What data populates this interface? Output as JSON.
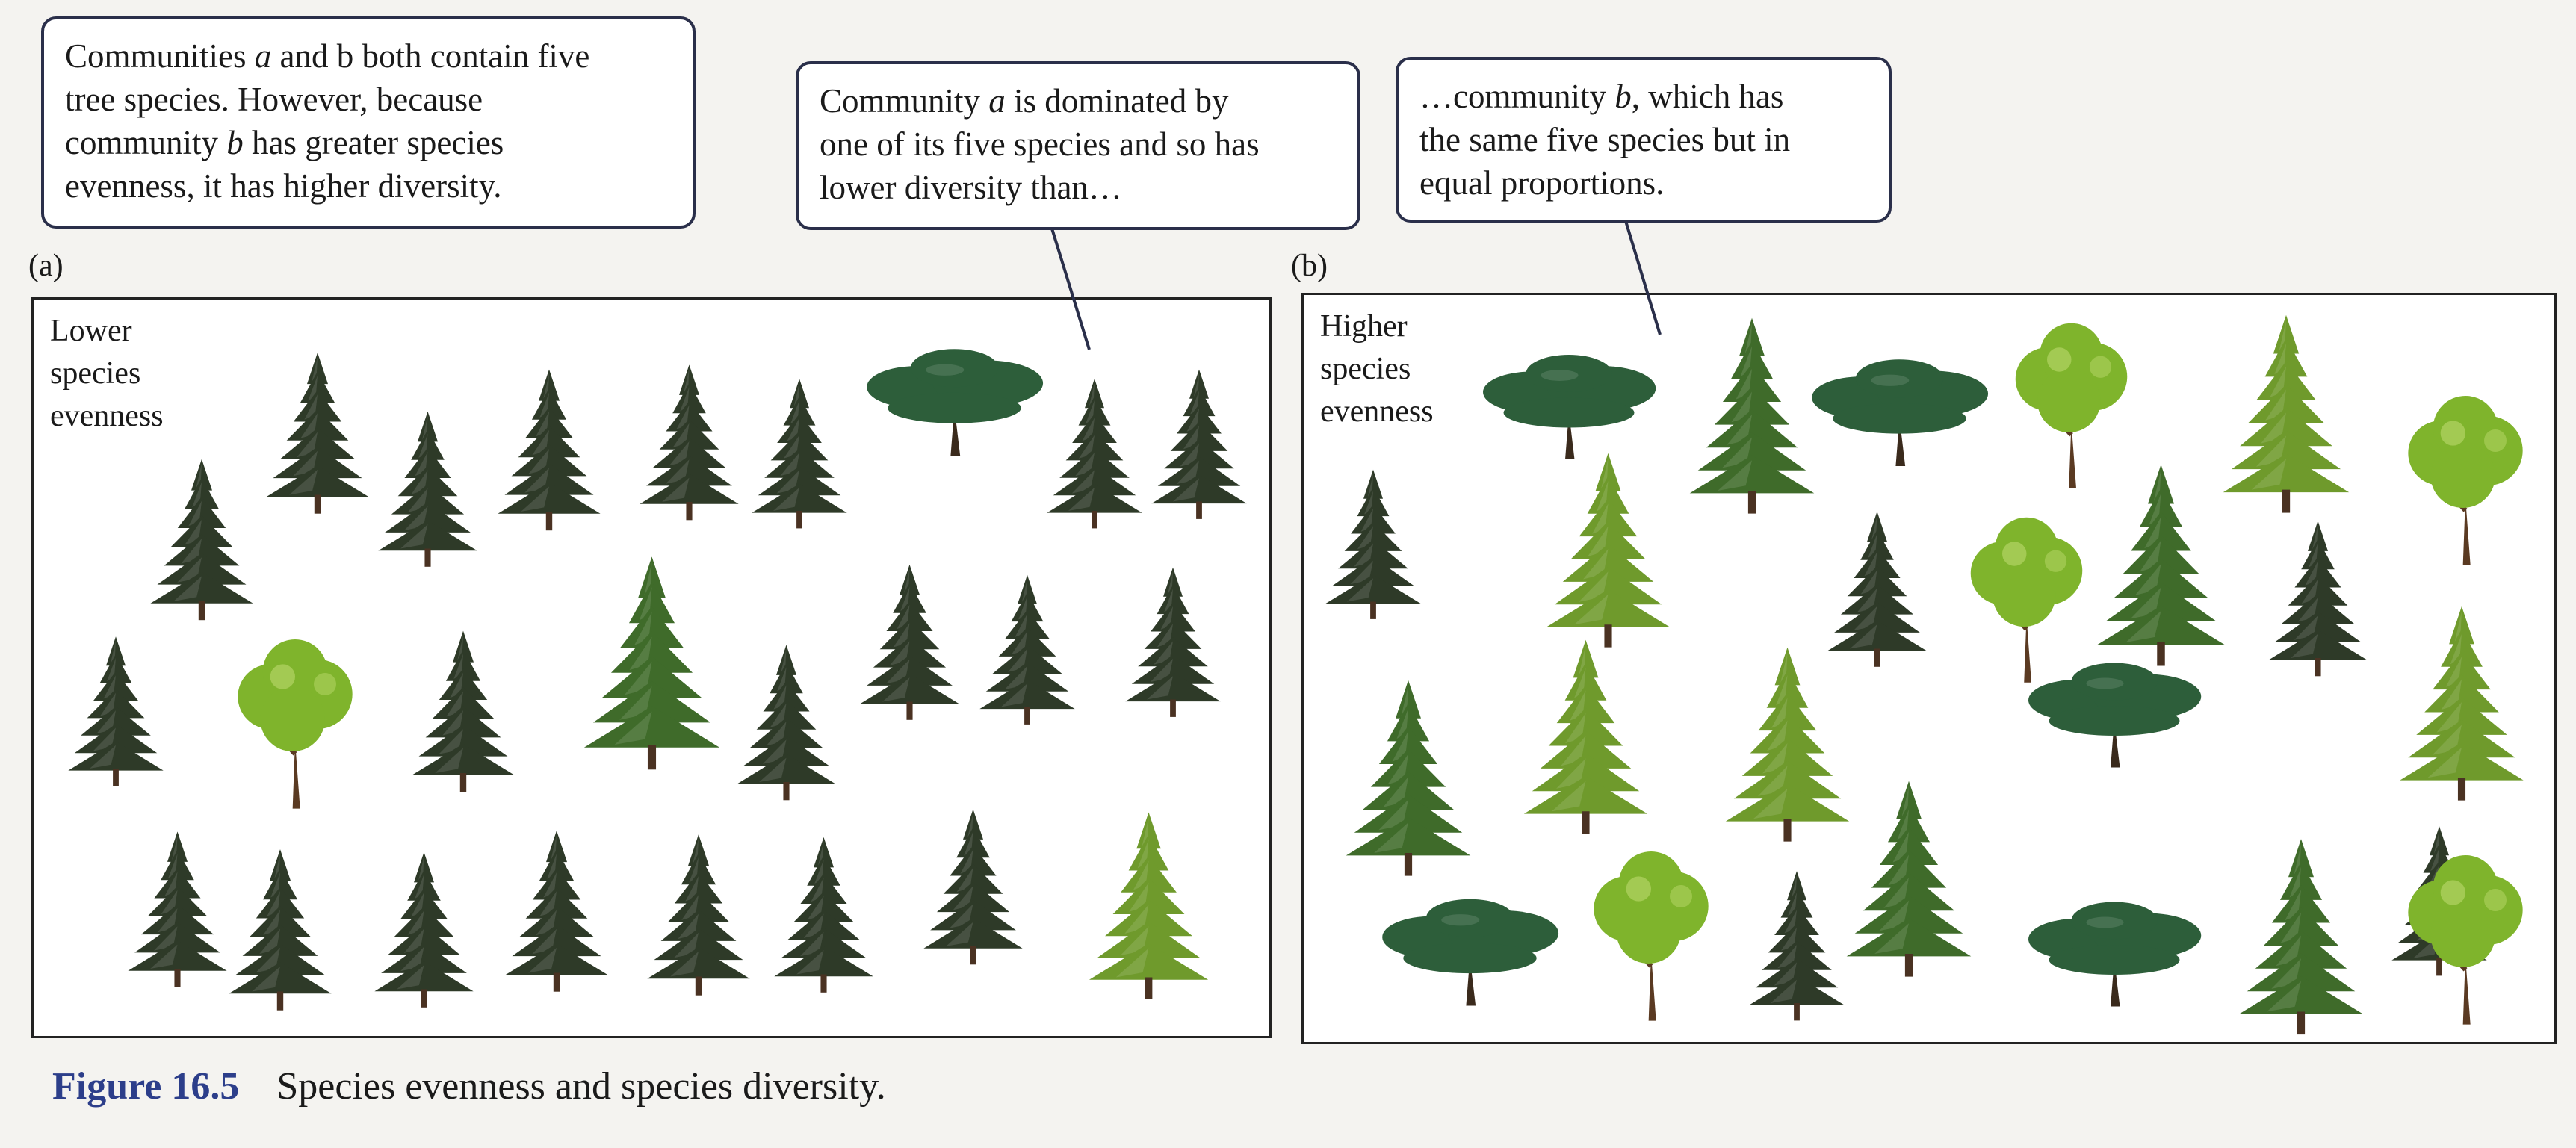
{
  "callouts": {
    "left": {
      "lines": [
        "Communities a and b both contain five",
        "tree species.  However, because",
        "community b has greater species",
        "evenness, it has higher diversity."
      ]
    },
    "middle": {
      "lines": [
        "Community a is dominated by",
        "one of its five species and so has",
        "lower diversity than…"
      ]
    },
    "right": {
      "lines": [
        "…community b, which has",
        "the same five species but in",
        "equal proportions."
      ]
    }
  },
  "panel_a": {
    "tag": "(a)",
    "title": [
      "Lower",
      "species",
      "evenness"
    ]
  },
  "panel_b": {
    "tag": "(b)",
    "title": [
      "Higher",
      "species",
      "evenness"
    ]
  },
  "species_colors": {
    "dark_spruce": "#2e3a28",
    "spruce": "#3f6b2a",
    "bright_fir": "#6f9a2c",
    "oak": "#2d5e3a",
    "deciduous": "#7fb42c"
  },
  "caption": {
    "figure_label": "Figure 16.5",
    "text": "Species evenness and species diversity."
  }
}
